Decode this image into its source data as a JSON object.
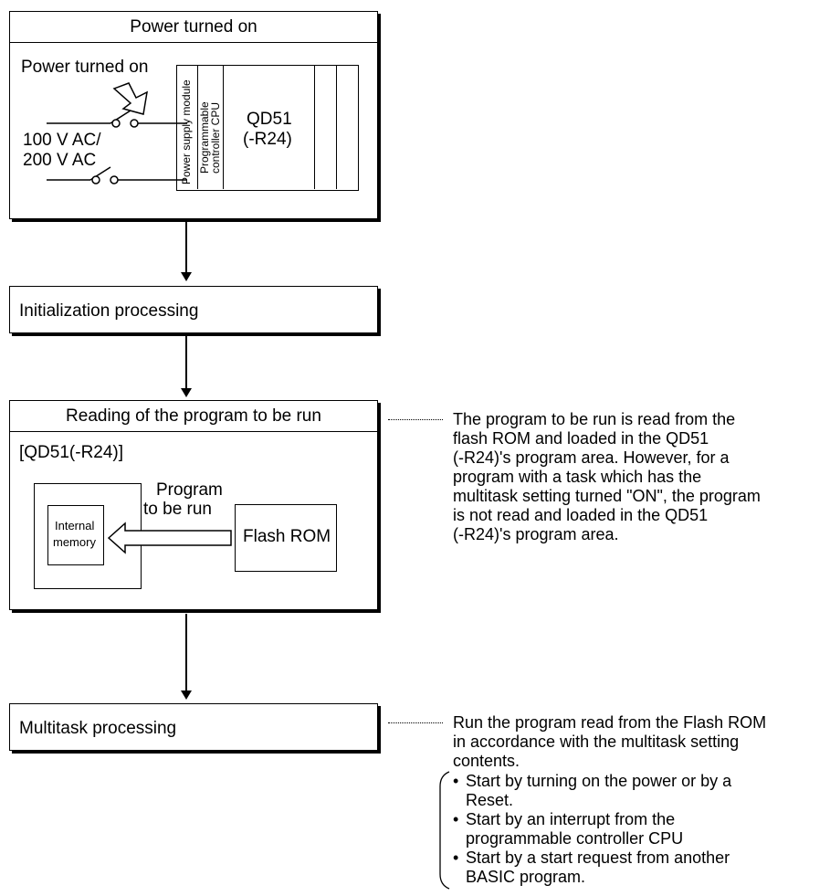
{
  "step1": {
    "title": "Power turned on",
    "power_label": "Power turned on",
    "voltage_line1": "100 V AC/",
    "voltage_line2": "200 V AC",
    "slot1": "Power supply module",
    "slot2": "Programmable controller CPU",
    "slot3_line1": "QD51",
    "slot3_line2": "(-R24)"
  },
  "step2": {
    "title": "Initialization processing"
  },
  "step3": {
    "title": "Reading of the program to be run",
    "module": "[QD51(-R24)]",
    "arrow_label_line1": "Program",
    "arrow_label_line2": "to be run",
    "internal_line1": "Internal",
    "internal_line2": "memory",
    "flash": "Flash ROM",
    "description": [
      "The program to be run is read from the",
      "flash ROM and loaded in the QD51",
      "(-R24)'s program area. However, for a",
      "program with a task which has the",
      "multitask setting turned \"ON\", the program",
      "is not read and loaded in the QD51",
      "(-R24)'s program area."
    ]
  },
  "step4": {
    "title": "Multitask processing",
    "description": [
      "Run the program read from the Flash ROM",
      "in accordance with the multitask setting",
      "contents."
    ],
    "bullets": [
      [
        "Start by turning on the power or by a",
        "Reset."
      ],
      [
        "Start by an interrupt from the",
        "programmable controller CPU"
      ],
      [
        "Start by a start request from another",
        "BASIC program."
      ]
    ]
  }
}
